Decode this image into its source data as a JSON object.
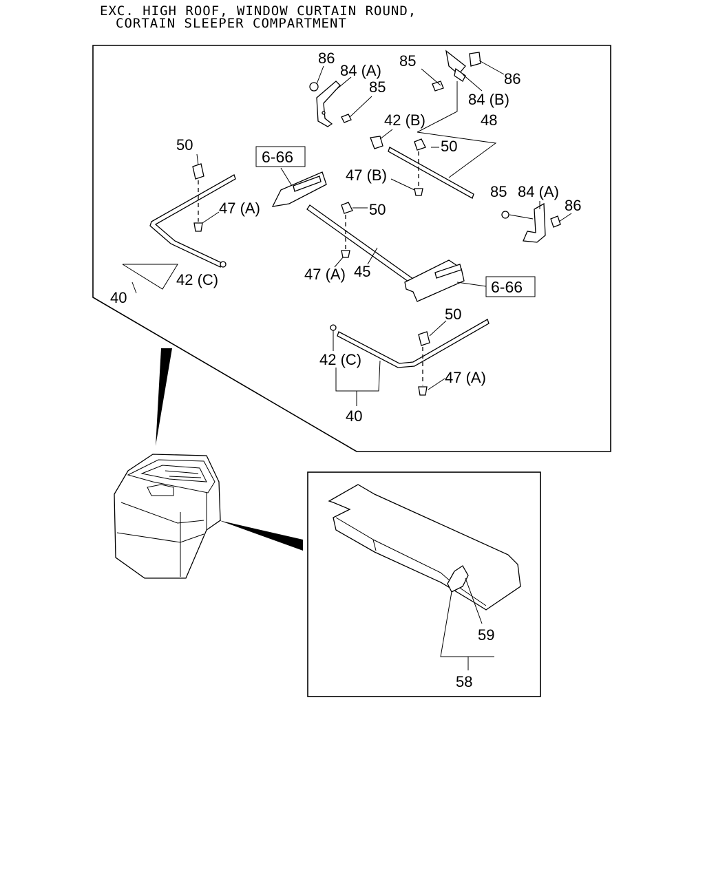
{
  "header": {
    "line1": "EXC. HIGH ROOF, WINDOW CURTAIN ROUND,",
    "line2": "CORTAIN SLEEPER COMPARTMENT"
  },
  "refs": {
    "upper_left": "6-66",
    "lower_right": "6-66"
  },
  "labels": {
    "p86_a": "86",
    "p84a_a": "84 (A)",
    "p85_a": "85",
    "p85_b": "85",
    "p86_b": "86",
    "p84b": "84 (B)",
    "p42b": "42 (B)",
    "p48": "48",
    "p50_a": "50",
    "p50_b": "50",
    "p50_c": "50",
    "p50_d": "50",
    "p47b": "47 (B)",
    "p47a_a": "47 (A)",
    "p47a_b": "47 (A)",
    "p47a_c": "47 (A)",
    "p85_c": "85",
    "p84a_b": "84 (A)",
    "p86_c": "86",
    "p45": "45",
    "p42c_a": "42 (C)",
    "p42c_b": "42 (C)",
    "p40_a": "40",
    "p40_b": "40",
    "p59": "59",
    "p58": "58"
  }
}
